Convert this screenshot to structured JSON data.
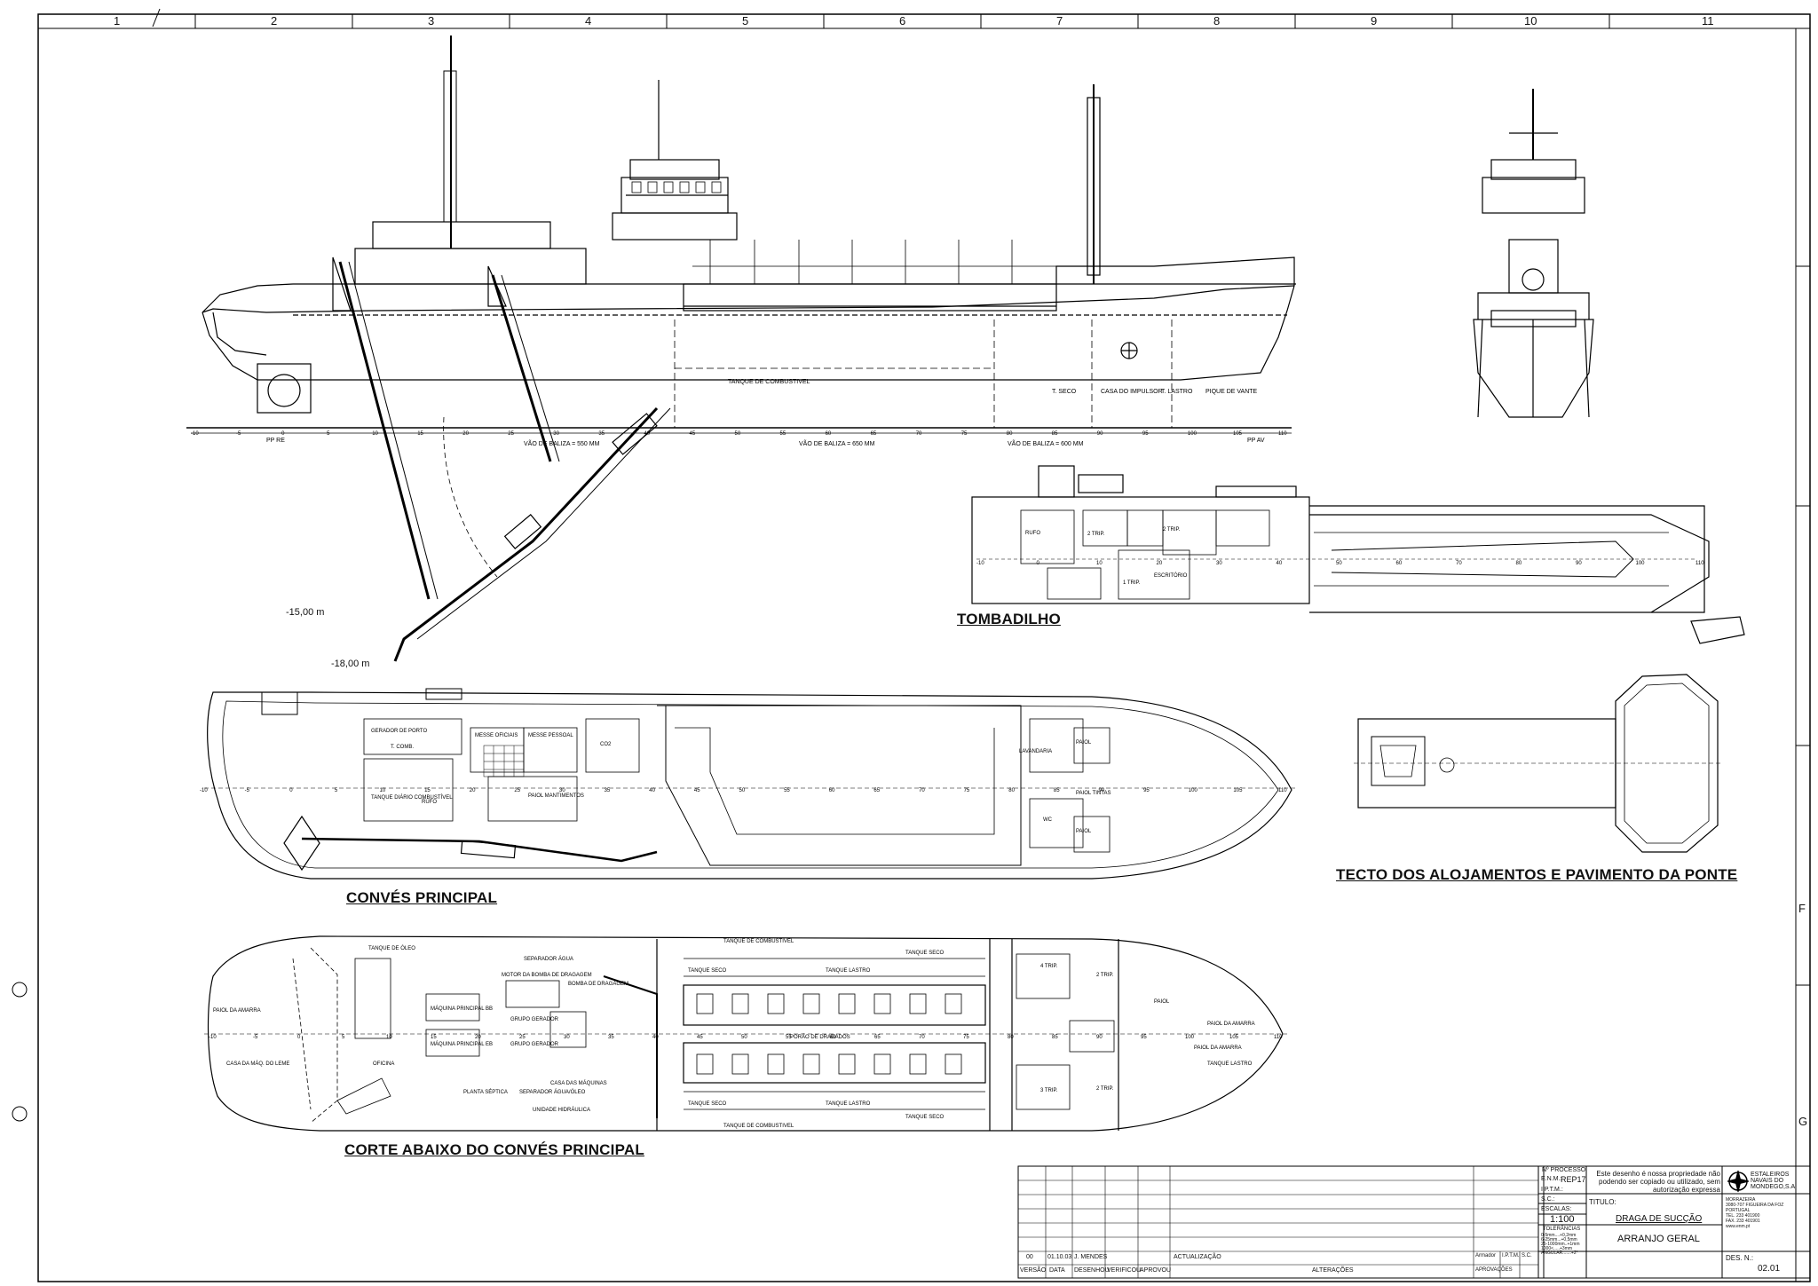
{
  "drawing": {
    "column_labels": [
      "1",
      "2",
      "3",
      "4",
      "5",
      "6",
      "7",
      "8",
      "9",
      "10",
      "11"
    ],
    "row_labels": [
      "F",
      "G"
    ],
    "views": {
      "tombadilho": "TOMBADILHO",
      "conves_principal": "CONVÉS PRINCIPAL",
      "corte_abaixo": "CORTE ABAIXO DO CONVÉS PRINCIPAL",
      "tecto": "TECTO DOS ALOJAMENTOS E PAVIMENTO DA PONTE"
    },
    "depth_labels": [
      "-15,00 m",
      "-18,00 m"
    ],
    "profile_labels": {
      "tanque_comb": "TANQUE DE COMBUSTIVEL",
      "t_seco": "T. SECO",
      "casa_impulsor": "CASA DO IMPULSOR",
      "t_lastro": "T. LASTRO",
      "pique_vante": "PIQUE DE VANTE",
      "vao_baliza_550": "VÃO DE BALIZA = 550 MM",
      "vao_baliza_650": "VÃO DE BALIZA = 650 MM",
      "vao_baliza_600": "VÃO DE BALIZA = 600 MM",
      "pp_re": "PP RE",
      "pp_av": "PP AV"
    },
    "frame_numbers": [
      "-10",
      "-5",
      "0",
      "5",
      "10",
      "15",
      "20",
      "25",
      "30",
      "35",
      "40",
      "45",
      "50",
      "55",
      "60",
      "65",
      "70",
      "75",
      "80",
      "85",
      "90",
      "95",
      "100",
      "105",
      "110"
    ],
    "tombadilho_labels": [
      "RUFO",
      "2 TRIP.",
      "2 TRIP.",
      "1 TRIP.",
      "ESCRITÓRIO"
    ],
    "deck_labels": [
      "GERADOR DE PORTO",
      "T. COMB.",
      "TANQUE DIÁRIO COMBUSTÍVEL",
      "RUFO",
      "MESSE OFICIAIS",
      "MESSE PESSOAL",
      "PAIOL MANTIMENTOS",
      "CO2",
      "LAVANDARIA",
      "PAIOL",
      "PAIOL TINTAS",
      "WC",
      "PAIOL"
    ],
    "lower_labels": [
      "TANQUE DE ÓLEO",
      "PAIOL DA AMARRA",
      "CASA DA MÁQ. DO LEME",
      "OFICINA",
      "MÁQUINA PRINCIPAL BB",
      "MÁQUINA PRINCIPAL EB",
      "GRUPO GERADOR",
      "GRUPO GERADOR",
      "CASA DAS MÁQUINAS",
      "SEPARADOR ÁGUA",
      "MOTOR DA BOMBA DE DRAGAGEM",
      "BOMBA DE DRAGAGEM",
      "TANQUE DE COMBUSTIVEL",
      "TANQUE SECO",
      "TANQUE LASTRO",
      "TANQUE SECO",
      "PORÃO DE DRAGADOS",
      "TANQUE SECO",
      "TANQUE LASTRO",
      "TANQUE SECO",
      "TANQUE DE COMBUSTIVEL",
      "4 TRIP.",
      "2 TRIP.",
      "3 TRIP.",
      "2 TRIP.",
      "PAIOL",
      "PAIOL DA AMARRA",
      "PAIOL DA AMARRA",
      "TANQUE LASTRO",
      "PLANTA SÉPTICA",
      "SEPARADOR ÁGUA/ÓLEO",
      "UNIDADE HIDRÁULICA"
    ]
  },
  "title_block": {
    "n_processo_label": "Nº PROCESSO",
    "enm_label": "E.N.M.:",
    "enm_value": "REP17",
    "iptm_label": "I.P.T.M.:",
    "sc_label": "S.C.:",
    "escalas_label": "ESCALAS:",
    "escala_value": "1:100",
    "tolerancias_label": "TOLERÂNCIAS",
    "tolerancias_lines": [
      "0-5mm....+0,2mm",
      "6-25mm...+0,5mm",
      "25-1000mm..+1mm",
      "1000<.....+3mm",
      "ANGULAR.......+2°"
    ],
    "notice": "Este desenho é nossa propriedade não podendo ser copiado ou utilizado, sem autorização expressa",
    "company_name": "ESTALEIROS NAVAIS DO MONDEGO,S.A.",
    "company_address": [
      "MORRAZEIRA",
      "3080-707 FIGUEIRA DA FOZ",
      "PORTUGAL",
      "TEL. 233 401900",
      "FAX. 233 401901",
      "www.enm.pt"
    ],
    "titulo_label": "TITULO:",
    "title_line1": "DRAGA DE SUCÇÃO",
    "title_line2": "ARRANJO GERAL",
    "des_label": "DES. N.:",
    "des_value": "02.01",
    "aprovacoes_label": "APROVAÇÕES",
    "aprov_cells": [
      "Armador",
      "I.P.T.M.",
      "S.C."
    ],
    "revision_headers": [
      "VERSÃO",
      "DATA",
      "DESENHOU",
      "VERIFICOU",
      "APROVOU",
      "ALTERAÇÕES"
    ],
    "revision_row": [
      "00",
      "01.10.03",
      "J. MENDES",
      "",
      "",
      "ACTUALIZAÇÃO"
    ]
  }
}
